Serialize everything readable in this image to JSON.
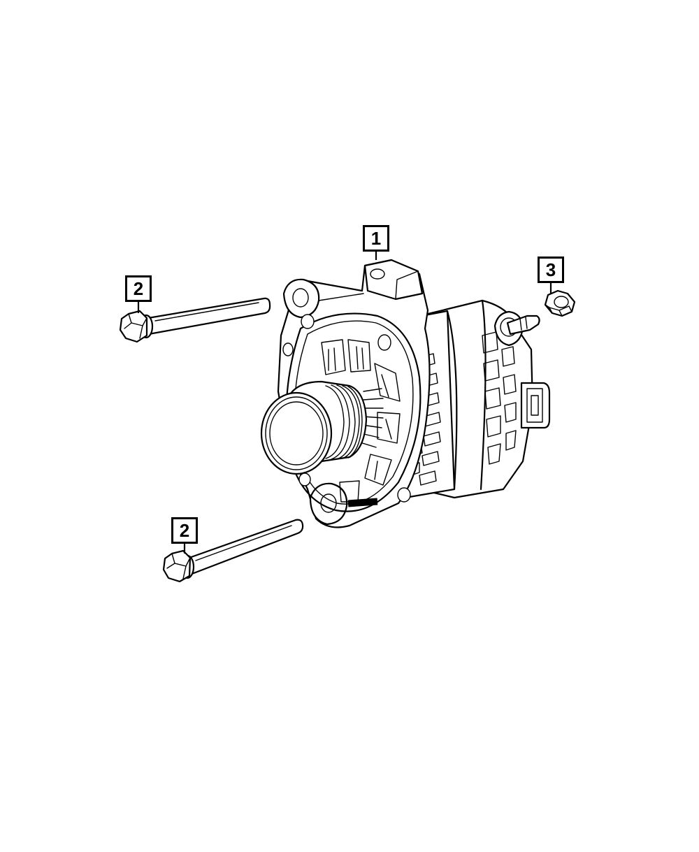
{
  "callouts": [
    {
      "id": "1",
      "label": "1",
      "part": "alternator"
    },
    {
      "id": "2a",
      "label": "2",
      "part": "upper-mounting-bolt"
    },
    {
      "id": "2b",
      "label": "2",
      "part": "lower-mounting-bolt"
    },
    {
      "id": "3",
      "label": "3",
      "part": "terminal-nut"
    }
  ],
  "colors": {
    "line": "#000000",
    "background": "#ffffff"
  }
}
